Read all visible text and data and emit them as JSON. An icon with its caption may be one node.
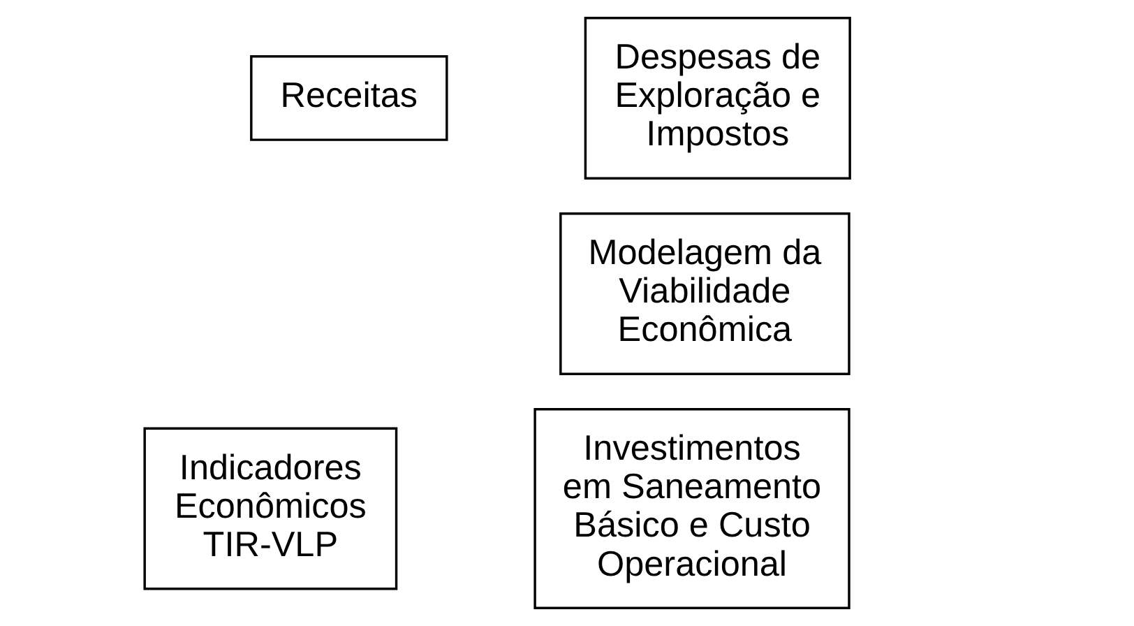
{
  "diagram": {
    "nodes": [
      {
        "text": [
          "Receitas"
        ]
      },
      {
        "text": [
          "Despesas de Exploração e Impostos"
        ]
      },
      {
        "text": [
          "Modelagem da Viabilidade Econômica"
        ]
      },
      {
        "text": [
          "Indicadores Econômicos TIR-VLP"
        ]
      },
      {
        "text": [
          "Investimentos em Saneamento Básico e Custo Operacional"
        ]
      }
    ]
  }
}
